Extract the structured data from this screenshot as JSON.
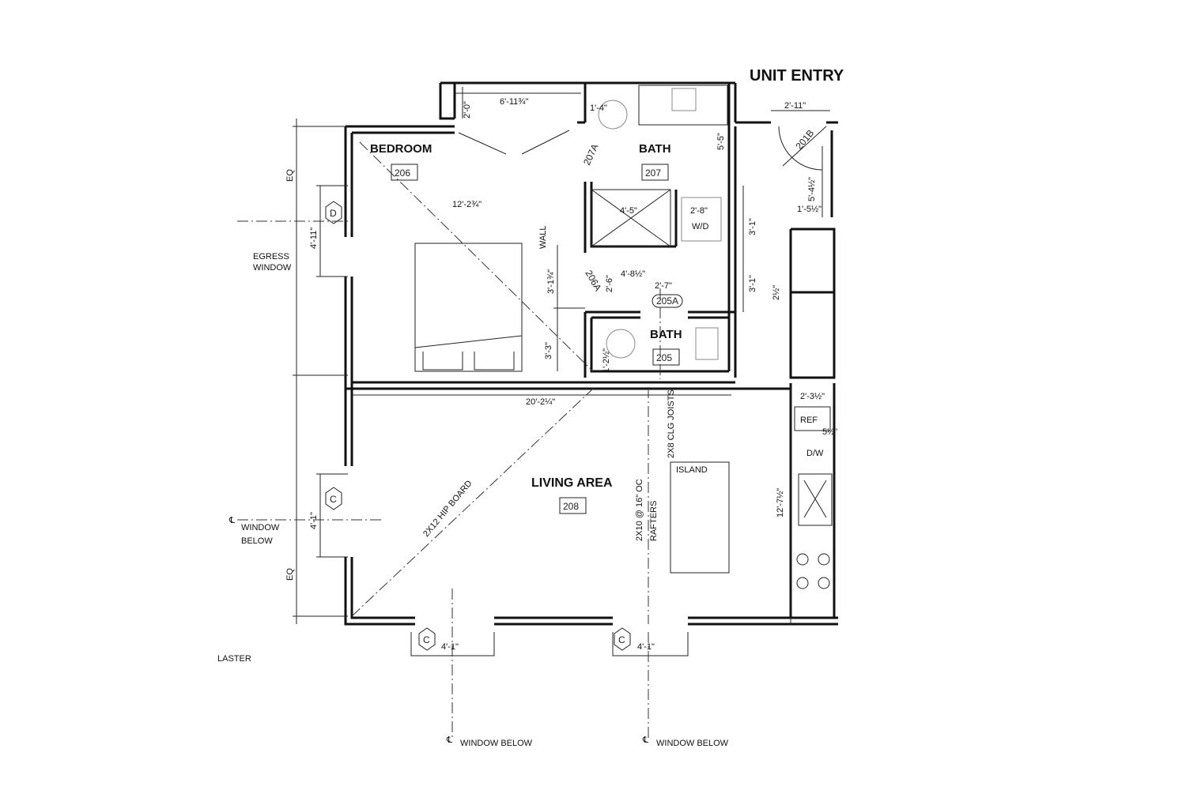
{
  "title": "UNIT ENTRY",
  "rooms": [
    {
      "name": "BEDROOM",
      "number": "206"
    },
    {
      "name": "BATH",
      "number": "207"
    },
    {
      "name": "BATH",
      "number": "205"
    },
    {
      "name": "LIVING AREA",
      "number": "208"
    }
  ],
  "fixtures": {
    "island": "ISLAND",
    "ref": "REF",
    "dw": "D/W",
    "wd": "W/D"
  },
  "doors": [
    "207A",
    "201B",
    "206A",
    "205A"
  ],
  "window_tags": {
    "d": "D",
    "c": "C"
  },
  "dimensions": {
    "closet_depth": "2'-0\"",
    "closet_width": "6'-11¾\"",
    "bath207_a": "1'-4\"",
    "bath207_b": "5'-5\"",
    "entry_width": "2'-11\"",
    "entry_a": "5'-4½\"",
    "entry_b": "1'-5½\"",
    "bedroom_width": "12'-2¾\"",
    "shower": "4'-5\"",
    "wd_width": "2'-8\"",
    "right_a": "3'-1\"",
    "right_b": "3'-1\"",
    "wall_dim": "3'-1¾\"",
    "wall_note": "WALL",
    "d206a": "2'-6\"",
    "d_48": "4'-8½\"",
    "d_27": "2'-7\"",
    "d_22": "2½\"",
    "bath205_h": "3'-3\"",
    "bath205_s": "1'-2½\"",
    "living_width": "20'-2¼\"",
    "ref_w": "2'-3½\"",
    "ref_b": "5½\"",
    "kitchen_len": "12'-7½\"",
    "eq_top": "EQ",
    "egress_h": "4'-11\"",
    "win_left": "4'-1\"",
    "eq_bottom": "EQ",
    "win_b1": "4'-1\"",
    "win_b2": "4'-1\""
  },
  "notes": {
    "egress_1": "EGRESS",
    "egress_2": "WINDOW",
    "window_below_1": "WINDOW",
    "window_below_2": "BELOW",
    "window_below_a": "WINDOW BELOW",
    "window_below_b": "WINDOW BELOW",
    "cl": "℄",
    "hip_board": "2X12 HIP BOARD",
    "joists": "2X8 CLG JOISTS",
    "rafters_1": "2X10 @ 16\" OC",
    "rafters_2": "RAFTERS",
    "plaster": "LASTER"
  }
}
